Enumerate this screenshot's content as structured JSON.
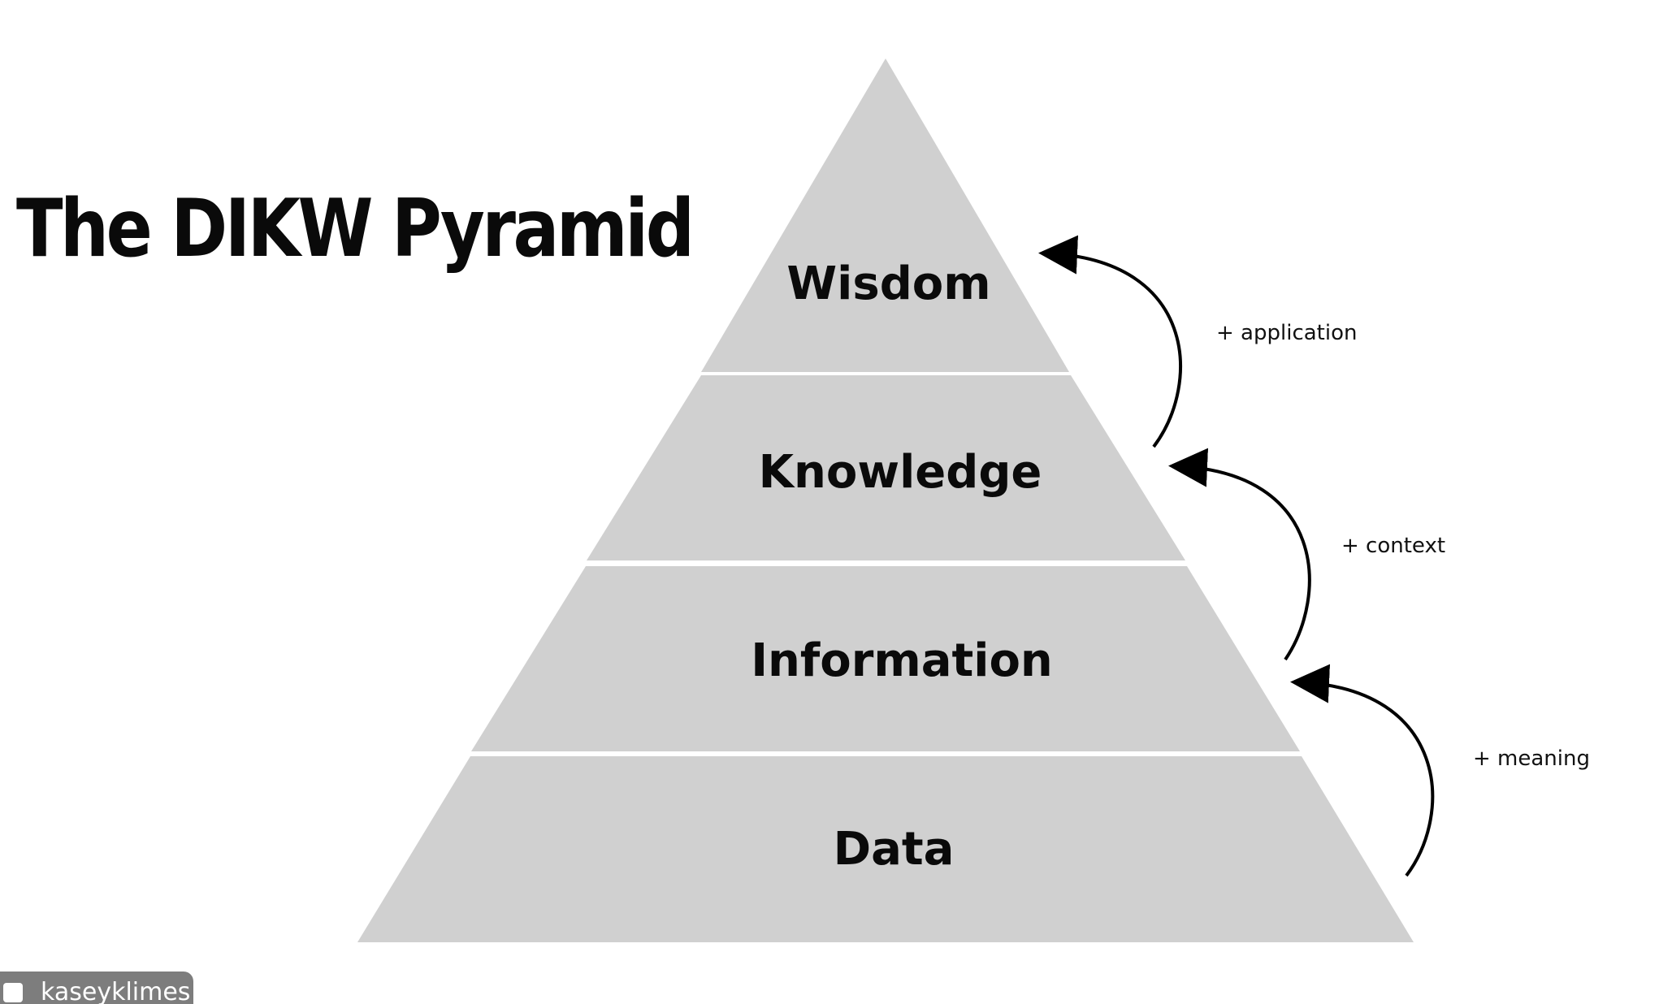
{
  "title": "The DIKW Pyramid",
  "levels": [
    {
      "label": "Wisdom"
    },
    {
      "label": "Knowledge"
    },
    {
      "label": "Information"
    },
    {
      "label": "Data"
    }
  ],
  "arrows": [
    {
      "label": "+ application"
    },
    {
      "label": "+ context"
    },
    {
      "label": "+ meaning"
    }
  ],
  "watermark": {
    "text": "kaseyklimes"
  },
  "colors": {
    "pyramid_fill": "#d0d0d0",
    "divider": "#ffffff",
    "text": "#0a0a0a",
    "watermark_bg": "#7d7d7d"
  }
}
